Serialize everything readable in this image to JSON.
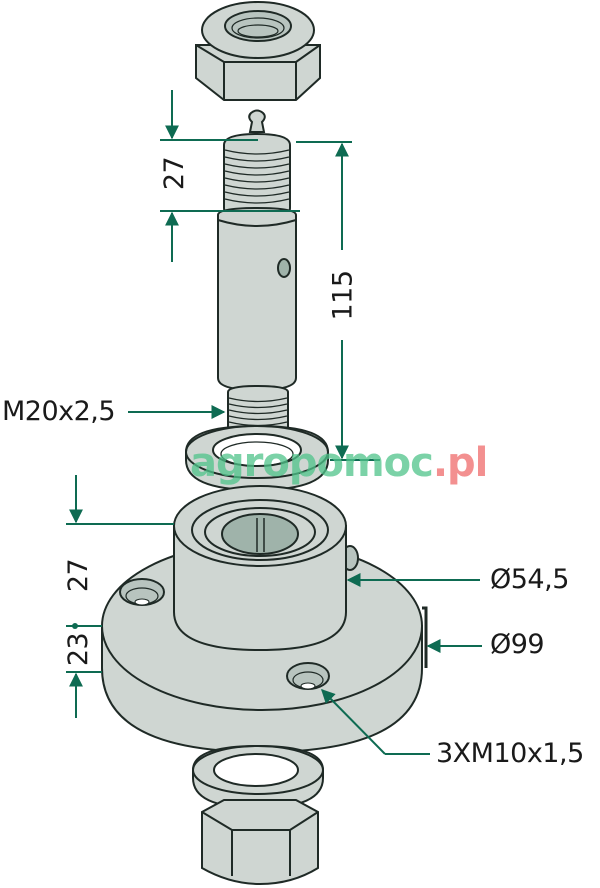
{
  "drawing": {
    "subject": "hub assembly exploded view",
    "colors": {
      "part_fill": "#cfd6d2",
      "part_dark_fill": "#9fb3aa",
      "outline": "#1f2a26",
      "dimension_line": "#0e6b52",
      "watermark_green": "#4fc48a",
      "watermark_red": "#ef6b6b"
    },
    "parts": [
      {
        "name": "lock-nut-top"
      },
      {
        "name": "grease-nipple"
      },
      {
        "name": "threaded-shaft"
      },
      {
        "name": "washer-upper"
      },
      {
        "name": "bearing-housing-hub"
      },
      {
        "name": "flange"
      },
      {
        "name": "washer-lower"
      },
      {
        "name": "lock-nut-bottom"
      }
    ]
  },
  "dimensions": {
    "thread_length": "27",
    "shaft_length": "115",
    "thread_spec": "M20x2,5",
    "hub_height": "27",
    "flange_thickness": "23",
    "hub_diameter": "Ø54,5",
    "flange_diameter": "Ø99",
    "bolt_holes": "3XM10x1,5"
  },
  "watermark": {
    "part1": "agropomoc",
    "part2": ".pl"
  }
}
